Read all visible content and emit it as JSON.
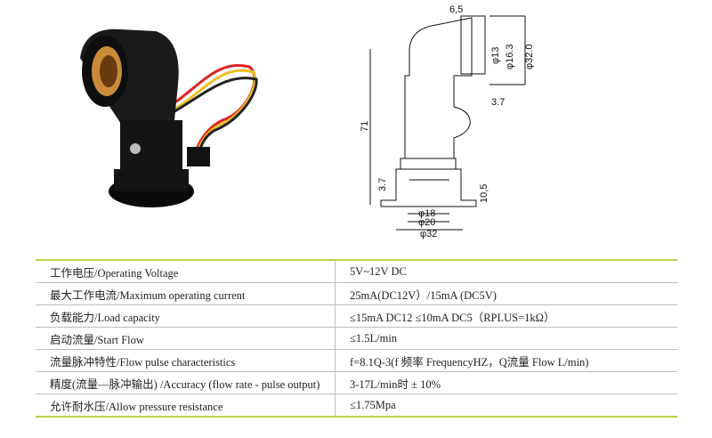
{
  "drawing": {
    "dims": [
      "6,5",
      "φ13",
      "φ16.3",
      "φ32.0",
      "3.7",
      "71",
      "3.7",
      "10,5",
      "φ18",
      "φ20",
      "φ32"
    ]
  },
  "specs": [
    {
      "label": "工作电压/Operating Voltage",
      "value": "5V~12V DC"
    },
    {
      "label": "最大工作电流/Maximum operating current",
      "value": "25mA(DC12V）/15mA (DC5V)"
    },
    {
      "label": "负载能力/Load capacity",
      "value": "≤15mA DC12  ≤10mA DC5（RPLUS=1kΩ）"
    },
    {
      "label": "启动流量/Start Flow",
      "value": "≤1.5L/min"
    },
    {
      "label": "流量脉冲特性/Flow pulse characteristics",
      "value": "f=8.1Q-3(f 频率 FrequencyHZ，Q流量 Flow L/min)"
    },
    {
      "label": "精度(流量—脉冲输出) /Accuracy (flow rate - pulse output)",
      "value": "3-17L/min时 ± 10%"
    },
    {
      "label": "允许耐水压/Allow pressure resistance",
      "value": "≤1.75Mpa"
    }
  ],
  "colors": {
    "accent": "#b6d34a",
    "brass": "#c98a3a"
  }
}
